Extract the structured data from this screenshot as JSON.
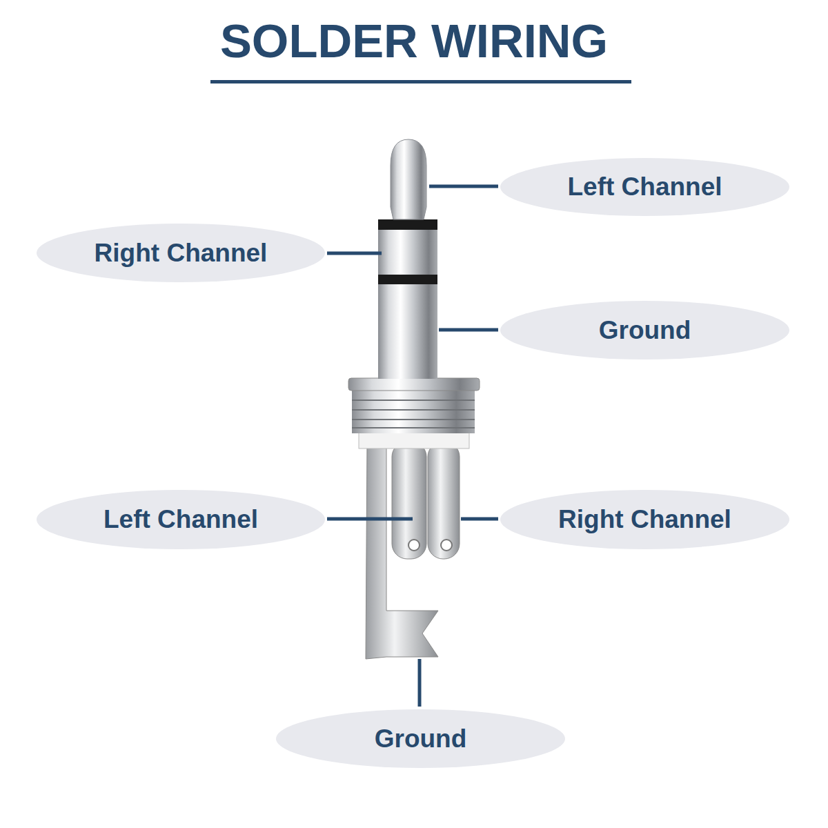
{
  "diagram": {
    "title": "SOLDER WIRING",
    "nodes": [
      {
        "text": [
          "Left Channel"
        ]
      },
      {
        "text": [
          "Right Channel"
        ]
      },
      {
        "text": [
          "Ground"
        ]
      },
      {
        "text": [
          "Left Channel"
        ]
      },
      {
        "text": [
          "Right Channel"
        ]
      },
      {
        "text": [
          "Ground"
        ]
      }
    ]
  }
}
